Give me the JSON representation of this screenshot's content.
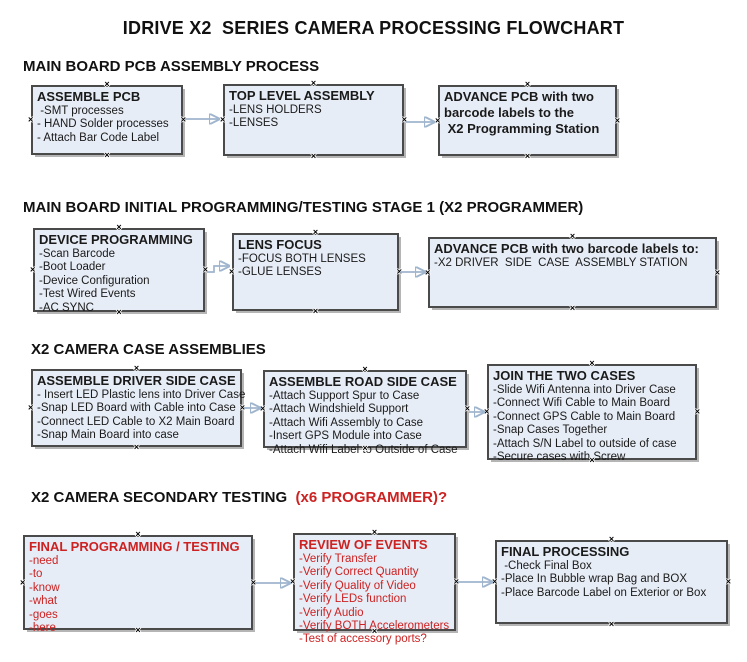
{
  "title": "IDRIVE X2  SERIES CAMERA PROCESSING FLOWCHART",
  "colors": {
    "box_fill": "#e7edf6",
    "box_border": "#4a4a4a",
    "box_shadow": "#b5b5b5",
    "text": "#1a1a1a",
    "red_text": "#cc2222",
    "connector_line": "#9fb4cd",
    "connector_arrowhead": "#2f4f79"
  },
  "icons": {
    "anchor_mark": "×"
  },
  "sections": [
    {
      "header": "MAIN BOARD PCB ASSEMBLY PROCESS"
    },
    {
      "header": "MAIN BOARD INITIAL PROGRAMMING/TESTING STAGE 1 (X2 PROGRAMMER)"
    },
    {
      "header": "X2 CAMERA CASE ASSEMBLIES"
    },
    {
      "header": "X2 CAMERA SECONDARY TESTING ",
      "header_red": " (x6 PROGRAMMER)?"
    }
  ],
  "boxes": {
    "assemble_pcb": {
      "title": "ASSEMBLE PCB",
      "items": [
        " -SMT processes",
        "- HAND Solder processes",
        "- Attach Bar Code Label"
      ]
    },
    "top_level_assembly": {
      "title": "TOP LEVEL ASSEMBLY",
      "items": [
        "-LENS HOLDERS",
        "-LENSES"
      ]
    },
    "advance_pcb_programming": {
      "title": "",
      "items": [
        "ADVANCE PCB with two",
        "barcode labels to the",
        " X2 Programming Station"
      ]
    },
    "device_programming": {
      "title": "DEVICE PROGRAMMING",
      "items": [
        "-Scan Barcode",
        "-Boot Loader",
        "-Device Configuration",
        "-Test Wired Events",
        "-AC SYNC"
      ]
    },
    "lens_focus": {
      "title": "LENS FOCUS",
      "items": [
        "-FOCUS BOTH LENSES",
        "-GLUE LENSES"
      ]
    },
    "advance_pcb_case": {
      "title": "ADVANCE PCB with two barcode labels to:",
      "items": [
        "-X2 DRIVER  SIDE  CASE  ASSEMBLY STATION"
      ]
    },
    "assemble_driver_side": {
      "title": "ASSEMBLE DRIVER SIDE CASE",
      "items": [
        "- Insert LED Plastic lens into Driver Case",
        "-Snap LED Board with Cable into Case",
        "-Connect LED Cable to X2 Main Board",
        "-Snap Main Board into case"
      ]
    },
    "assemble_road_side": {
      "title": "ASSEMBLE ROAD SIDE CASE",
      "items": [
        "-Attach Support Spur to Case",
        "-Attach Windshield Support",
        "-Attach Wifi Assembly to Case",
        "-Insert GPS Module into Case",
        "-Attach Wifi Label to Outside of Case"
      ]
    },
    "join_two_cases": {
      "title": "JOIN THE TWO CASES",
      "items": [
        "-Slide Wifi Antenna into Driver Case",
        "-Connect Wifi Cable to Main Board",
        "-Connect GPS Cable to Main Board",
        "-Snap Cases Together",
        "-Attach S/N Label to outside of case",
        "-Secure cases with Screw"
      ]
    },
    "final_programming_testing": {
      "title": "FINAL PROGRAMMING / TESTING",
      "items": [
        "-need",
        "-to",
        "-know",
        "-what",
        "-goes",
        "-here"
      ]
    },
    "review_of_events": {
      "title": "REVIEW OF EVENTS",
      "items": [
        "-Verify Transfer",
        "-Verify Correct Quantity",
        "-Verify Quality of Video",
        "-Verify LEDs function",
        "-Verify Audio",
        "-Verify BOTH Accelerometers",
        "-Test of accessory ports?"
      ]
    },
    "final_processing": {
      "title": "FINAL PROCESSING",
      "items": [
        " -Check Final Box",
        "-Place In Bubble wrap Bag and BOX",
        "-Place Barcode Label on Exterior or Box"
      ]
    }
  }
}
